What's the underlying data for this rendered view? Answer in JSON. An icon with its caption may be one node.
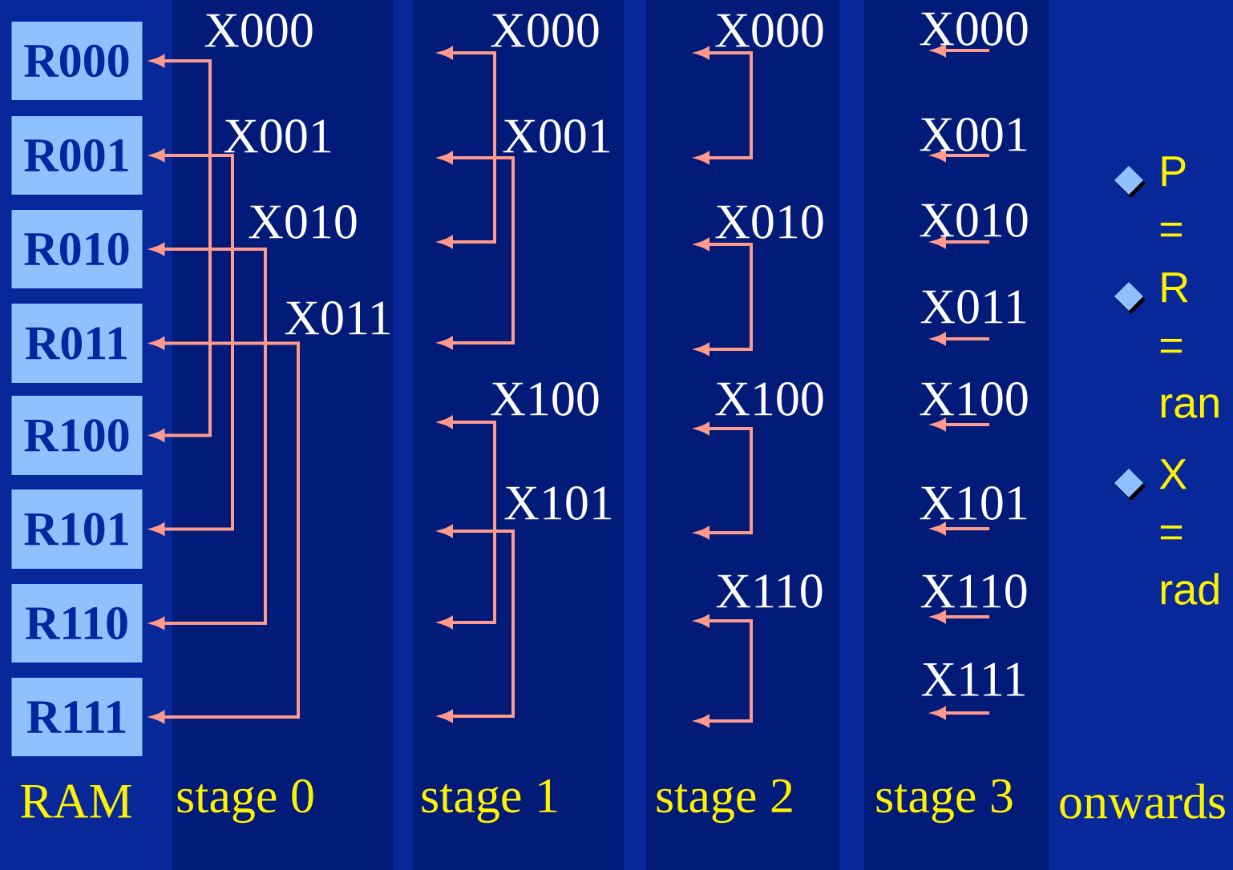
{
  "diagram": {
    "nodes": [
      {
        "text": [
          "R000"
        ]
      },
      {
        "text": [
          "R001"
        ]
      },
      {
        "text": [
          "R010"
        ]
      },
      {
        "text": [
          "R011"
        ]
      },
      {
        "text": [
          "R100"
        ]
      },
      {
        "text": [
          "R101"
        ]
      },
      {
        "text": [
          "R110"
        ]
      },
      {
        "text": [
          "R111"
        ]
      }
    ],
    "edges": [
      {
        "from": 0,
        "to": 4,
        "arrow": "both",
        "label": "X000"
      },
      {
        "from": 1,
        "to": 5,
        "arrow": "both",
        "label": "X001"
      },
      {
        "from": 2,
        "to": 6,
        "arrow": "both",
        "label": "X010"
      },
      {
        "from": 3,
        "to": 7,
        "arrow": "both",
        "label": "X011"
      }
    ],
    "labels": [
      "X000",
      "X001",
      "X100",
      "X101",
      "X000",
      "X010",
      "X100",
      "X110",
      "X000",
      "X001",
      "X010",
      "X011",
      "X100",
      "X101",
      "X110",
      "X111",
      "P =",
      "R = ran",
      "X = rad",
      "RAM",
      "stage 0",
      "stage 1",
      "stage 2",
      "stage 3",
      "onwards"
    ]
  }
}
